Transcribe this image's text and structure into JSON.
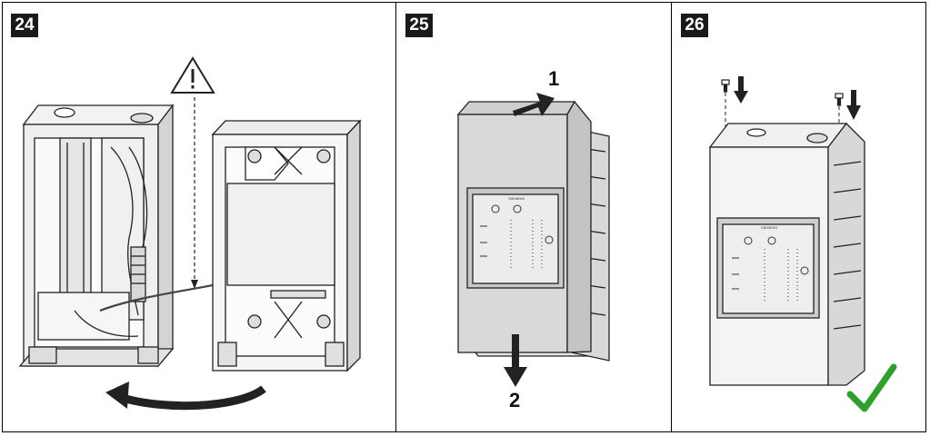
{
  "steps": [
    {
      "number": "24"
    },
    {
      "number": "25",
      "arrow_up_label": "1",
      "arrow_down_label": "2"
    },
    {
      "number": "26"
    }
  ],
  "device": {
    "brand": "SIEMENS"
  },
  "colors": {
    "line": "#222222",
    "housing": "#e8e8e8",
    "cover": "#dcdcdc",
    "check": "#2ea02e",
    "badge": "#1a1a1a"
  }
}
